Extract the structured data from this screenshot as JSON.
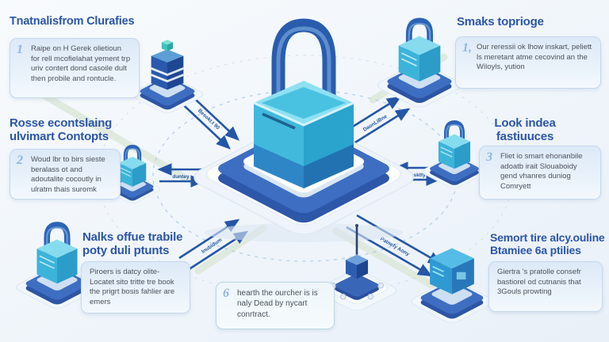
{
  "callouts": {
    "top_left": {
      "title": "Tnatnalisfrom Clurafies",
      "marker": "1",
      "body": "Raipe on H Gerek olietioun for rell mcofielahat yement trp uriv contert dond casoile dult then probile and rontucle."
    },
    "mid_left": {
      "title": "Rosse econtslaing ulvimart Contopts",
      "marker": "2",
      "body": "Woud lbr to birs sieste beralass ot and adoutalite cocoutly in ulratm thais suromk"
    },
    "bottom_left": {
      "title": "Nalks offue trabile poty duli ptunts",
      "body": "Piroers is datcy olite- Locatet sito tritte tre book the prigrt bosis fahlier are emers"
    },
    "top_right": {
      "title": "Smaks toprioge",
      "marker": "1,",
      "body": "Our reressii ok lhow inskart, peliett ls meretant atme cecovind an the Wiloyls, yution"
    },
    "mid_right": {
      "title": "Look indea fastiuuces",
      "marker": "3",
      "body": "Fliet io smart ehonanbile adoatb irait Slouaboidy gend vhanres duniog Comryett"
    },
    "bottom_right": {
      "title": "Semort tire alcy.ouline Btamiee 6a ptilies",
      "body": "Giertra 's pratolle consefr bastiorel od cutnanis that 3Gouls prowting"
    },
    "bottom_center": {
      "marker": "6",
      "body": "hearth the ourcher is is naly Dead by nycart conrtract."
    }
  },
  "arrows": {
    "top_left_label": "Besokt.t 90",
    "left_label": "duntey",
    "bottom_left_label": "Inubidum",
    "top_right_label": "DaonLiBne",
    "right_label": "resktty",
    "bottom_right_label": "Patnefy Aony"
  },
  "icons": {
    "center": "large-3d-padlock-on-platform",
    "top_left": "server-stack",
    "top_right": "padlock-document",
    "left": "small-padlock",
    "right": "small-padlock",
    "bottom_left": "padlock",
    "bottom_right": "storage-cube",
    "bottom_center": "iot-device-antenna"
  },
  "colors": {
    "heading_blue": "#2b55a8",
    "arrow_blue": "#2456a6",
    "lock_teal": "#41b9dd",
    "platform_blue": "#3e6ec2",
    "box_border": "#c4d8ec",
    "marker_blue": "#8fb6e0",
    "trace_green": "#dde8da"
  }
}
